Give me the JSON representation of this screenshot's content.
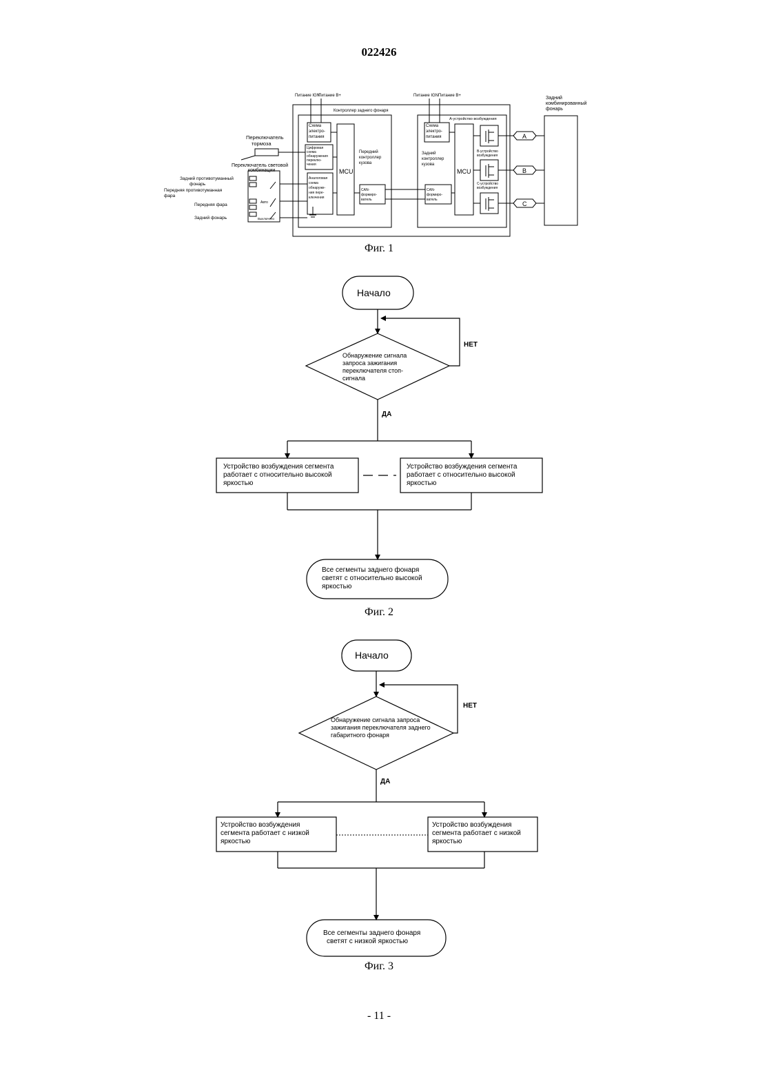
{
  "header": {
    "doc_number": "022426"
  },
  "footer": {
    "page_number": "- 11 -"
  },
  "fig1": {
    "caption": "Фиг. 1",
    "power_ign_left": "Питание IGN",
    "power_b_left": "Питание B+",
    "power_ign_right": "Питание IGN",
    "power_b_right": "Питание B+",
    "controller_title": "Контроллер заднего фонаря",
    "power_circuit_left": [
      "Схема",
      "электро-",
      "питания"
    ],
    "power_circuit_right": [
      "Схема",
      "электро-",
      "питания"
    ],
    "digital_detect": [
      "Цифровая",
      "схема",
      "обнаружения",
      "переклю-",
      "чения"
    ],
    "analog_detect": [
      "Аналоговая",
      "схема",
      "обнаруже-",
      "ния пере-",
      "ключения"
    ],
    "mcu_left": "MCU",
    "mcu_right": "MCU",
    "front_controller": [
      "Передний",
      "контроллер",
      "кузова"
    ],
    "rear_controller": [
      "Задний",
      "контроллер",
      "кузова"
    ],
    "can_left": [
      "CAN-",
      "формиро-",
      "ватель"
    ],
    "can_right": [
      "CAN-",
      "формиро-",
      "ватель"
    ],
    "driver_a": "A-устройство возбуждения",
    "driver_b": [
      "B-устройство",
      "возбуждения"
    ],
    "driver_c": [
      "C-устройство",
      "возбуждения"
    ],
    "seg_a": "A",
    "seg_b": "B",
    "seg_c": "C",
    "combined_lamp": [
      "Задний",
      "комбинированный",
      "фонарь"
    ],
    "brake_switch": [
      "Переключатель",
      "тормоза"
    ],
    "light_switch": [
      "Переключатель световой",
      "комбинации"
    ],
    "rear_fog": [
      "Задний противотуманный",
      "фонарь"
    ],
    "front_fog": [
      "Передняя противотуманная",
      "фара"
    ],
    "headlight": "Передняя фара",
    "rear_lamp": "Задний фонарь",
    "switch_auto": "Авто",
    "switch_off": "Выключено"
  },
  "fig2": {
    "caption": "Фиг. 2",
    "start": "Начало",
    "decision": [
      "Обнаружение сигнала",
      "запроса зажигания",
      "переключателя стоп-",
      "сигнала"
    ],
    "no": "НЕТ",
    "yes": "ДА",
    "driver_left": [
      "Устройство возбуждения сегмента",
      "работает с относительно высокой",
      "яркостью"
    ],
    "driver_right": [
      "Устройство возбуждения сегмента",
      "работает с относительно высокой",
      "яркостью"
    ],
    "end": [
      "Все сегменты заднего фонаря",
      "светят с относительно высокой",
      "яркостью"
    ]
  },
  "fig3": {
    "caption": "Фиг. 3",
    "start": "Начало",
    "decision": [
      "Обнаружение сигнала запроса",
      "зажигания переключателя заднего",
      "габаритного фонаря"
    ],
    "no": "НЕТ",
    "yes": "ДА",
    "driver_left": [
      "Устройство возбуждения",
      "сегмента работает с низкой",
      "яркостью"
    ],
    "driver_right": [
      "Устройство возбуждения",
      "сегмента работает с низкой",
      "яркостью"
    ],
    "end": [
      "Все сегменты заднего фонаря",
      "светят с низкой яркостью"
    ]
  }
}
